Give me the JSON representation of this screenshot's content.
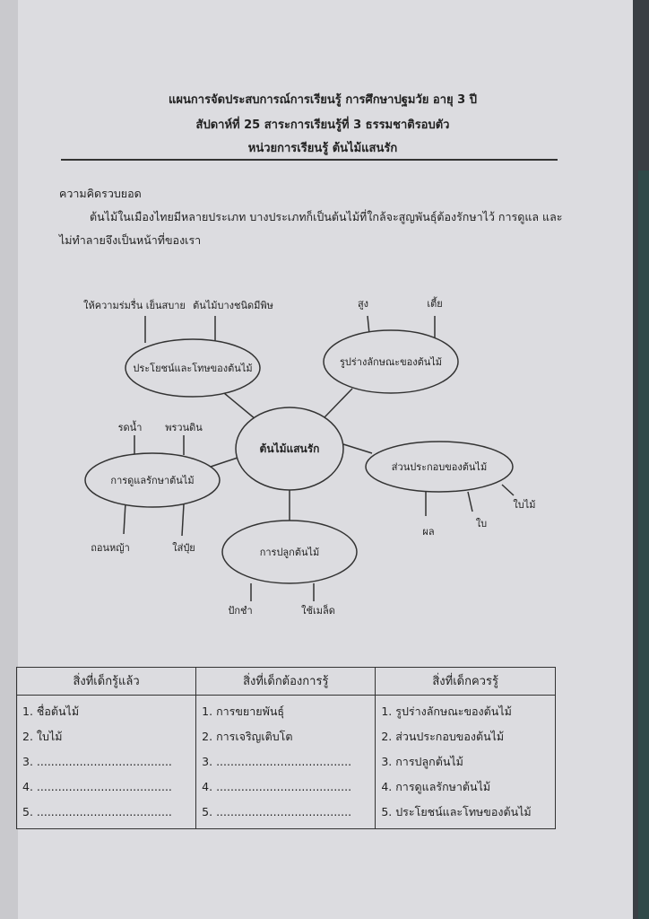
{
  "header": {
    "line1": "แผนการจัดประสบการณ์การเรียนรู้ การศึกษาปฐมวัย  อายุ 3  ปี",
    "line2": "สัปดาห์ที่ 25   สาระการเรียนรู้ที่ 3   ธรรมชาติรอบตัว",
    "line3": "หน่วยการเรียนรู้   ต้นไม้แสนรัก"
  },
  "concept": {
    "heading": "ความคิดรวบยอด",
    "line1": "ต้นไม้ในเมืองไทยมีหลายประเภท บางประเภทก็เป็นต้นไม้ที่ใกล้จะสูญพันธุ์ต้องรักษาไว้ การดูแล และ",
    "line2": "ไม่ทำลายจึงเป็นหน้าที่ของเรา"
  },
  "mindmap": {
    "center": "ต้นไม้แสนรัก",
    "benefit": {
      "label": "ประโยชน์และโทษของต้นไม้",
      "leaves": [
        "ให้ความร่มรื่น เย็นสบาย",
        "ต้นไม้บางชนิดมีพิษ"
      ]
    },
    "shape": {
      "label": "รูปร่างลักษณะของต้นไม้",
      "leaves": [
        "สูง",
        "เตี้ย"
      ]
    },
    "care": {
      "label": "การดูแลรักษาต้นไม้",
      "leaves": [
        "รดน้ำ",
        "พรวนดิน",
        "ถอนหญ้า",
        "ใส่ปุ๋ย"
      ]
    },
    "parts": {
      "label": "ส่วนประกอบของต้นไม้",
      "leaves": [
        "ผล",
        "ใบ",
        "ใบไม้"
      ]
    },
    "plant": {
      "label": "การปลูกต้นไม้",
      "leaves": [
        "ปักชำ",
        "ใช้เมล็ด"
      ]
    }
  },
  "table": {
    "headers": [
      "สิ่งที่เด็กรู้แล้ว",
      "สิ่งที่เด็กต้องการรู้",
      "สิ่งที่เด็กควรรู้"
    ],
    "columns": [
      [
        "1. ชื่อต้นไม้",
        "2. ใบไม้",
        "3. ......................................",
        "4. ......................................",
        "5. ......................................"
      ],
      [
        "1. การขยายพันธุ์",
        "2. การเจริญเติบโต",
        "3. ......................................",
        "4. ......................................",
        "5. ......................................"
      ],
      [
        "1. รูปร่างลักษณะของต้นไม้",
        "2. ส่วนประกอบของต้นไม้",
        "3. การปลูกต้นไม้",
        "4. การดูแลรักษาต้นไม้",
        "5. ประโยชน์และโทษของต้นไม้"
      ]
    ]
  }
}
